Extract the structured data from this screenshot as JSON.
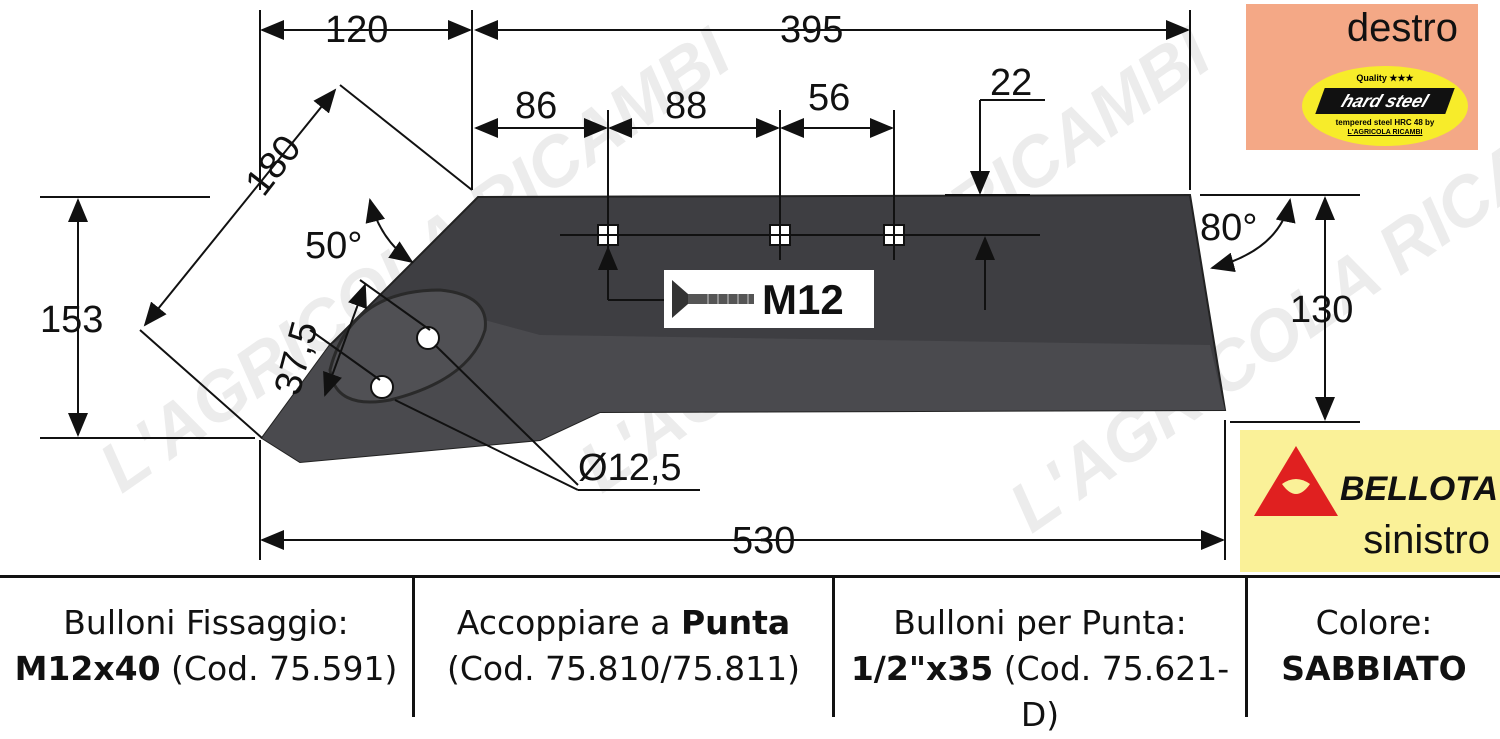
{
  "dimensions": {
    "tip_length": "120",
    "blade_length": "395",
    "hole_spacing_1": "86",
    "hole_spacing_2": "88",
    "hole_spacing_3": "56",
    "hole_offset": "22",
    "diagonal": "180",
    "angle_left": "50°",
    "angle_right": "80°",
    "height_left": "153",
    "height_right": "130",
    "hole_spacing_tip": "37,5",
    "hole_diameter": "Ø12,5",
    "total_length": "530"
  },
  "bolt_label": "M12",
  "badge_top": {
    "side": "destro",
    "quality": "Quality ★★★",
    "brand": "hard steel",
    "tempered": "tempered steel HRC 48 by",
    "maker": "L'AGRICOLA RICAMBI"
  },
  "badge_bottom": {
    "brand": "BELLOTA",
    "side": "sinistro",
    "logo_color": "#e02020"
  },
  "watermark": "L'AGRICOLA RICAMBI",
  "table": [
    {
      "label": "Bulloni Fissaggio:",
      "value_bold": "M12x40",
      "value": " (Cod. 75.591)"
    },
    {
      "label": "Accoppiare a ",
      "label_bold": "Punta",
      "value": "(Cod. 75.810/75.811)"
    },
    {
      "label": "Bulloni per Punta:",
      "value_bold": "1/2\"x35",
      "value": " (Cod. 75.621-D)"
    },
    {
      "label": "Colore:",
      "value_bold": "SABBIATO"
    }
  ]
}
